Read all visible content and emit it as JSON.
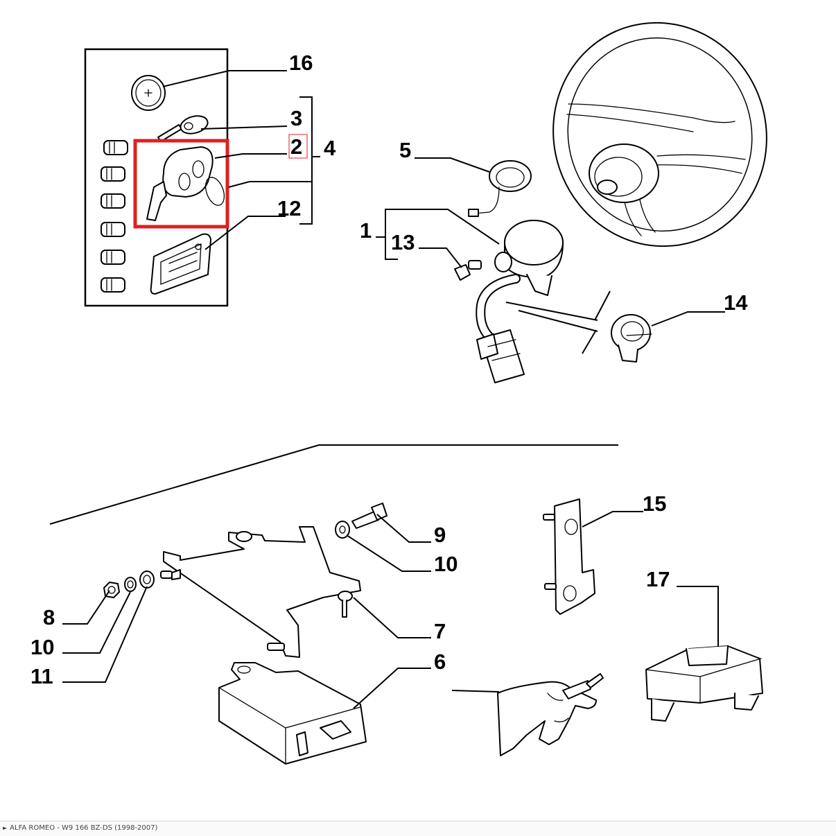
{
  "callouts": {
    "c1": "1",
    "c2": "2",
    "c3": "3",
    "c4": "4",
    "c5": "5",
    "c6": "6",
    "c7": "7",
    "c8": "8",
    "c9": "9",
    "c10a": "10",
    "c10b": "10",
    "c11": "11",
    "c12": "12",
    "c13": "13",
    "c14": "14",
    "c15": "15",
    "c16": "16",
    "c17": "17"
  },
  "highlight": {
    "color": "#e02020",
    "callout": "2"
  },
  "footer": {
    "text": "ALFA ROMEO - W9 166 BZ-DS (1998-2007)"
  }
}
